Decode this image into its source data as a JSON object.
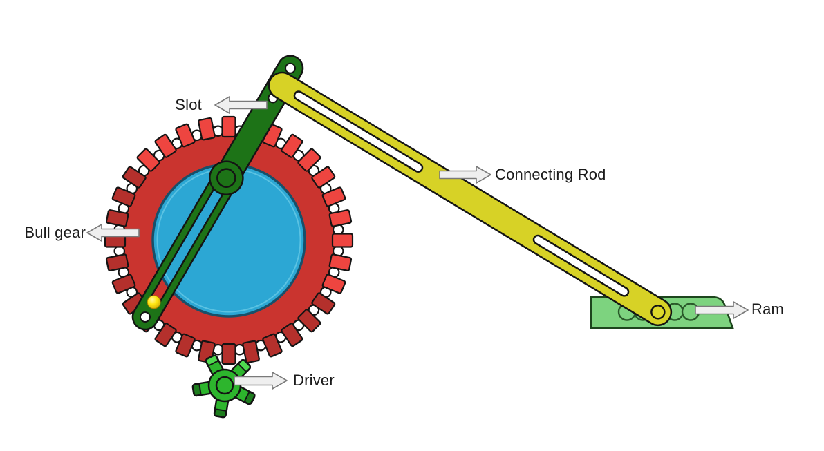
{
  "figure": {
    "kind": "mechanism-diagram",
    "subject": "Crank and slotted lever quick return mechanism",
    "background": "#ffffff"
  },
  "annotations": {
    "arrow_fill": "#efefef",
    "arrow_stroke": "#7a7a7a",
    "text_color": "#1b1b1b",
    "labels": {
      "slot": {
        "text": "Slot",
        "arrow": "left"
      },
      "bull_gear": {
        "text": "Bull gear",
        "arrow": "left"
      },
      "connecting_rod": {
        "text": "Connecting Rod",
        "arrow": "right"
      },
      "driver": {
        "text": "Driver",
        "arrow": "right"
      },
      "ram": {
        "text": "Ram",
        "arrow": "right"
      }
    }
  },
  "mechanism": {
    "outline_color": "#141414",
    "bull_gear": {
      "teeth": 32,
      "body_color": "#ca342f",
      "tooth_light": "#ee4540",
      "tooth_dark": "#b4302c",
      "gullet_color": "#ffffff"
    },
    "hub_disc": {
      "color": "#2ca7d4",
      "rim_color": "#17506a",
      "highlight_color": "#64c7e4"
    },
    "slotted_lever": {
      "color": "#1d7317",
      "hole_color": "#ffffff"
    },
    "crank_pin": {
      "color": "#ffe713"
    },
    "driver": {
      "teeth": 5,
      "color": "#2db52d",
      "tip_light": "#4ed94e",
      "tip_dark": "#1e7d1e"
    },
    "connecting_rod": {
      "color": "#d7d226",
      "pin_color": "#ded92b"
    },
    "ram_base": {
      "color": "#7dd37f",
      "outline": "#1e461e",
      "scallop_stroke": "#2a5a2a"
    }
  }
}
